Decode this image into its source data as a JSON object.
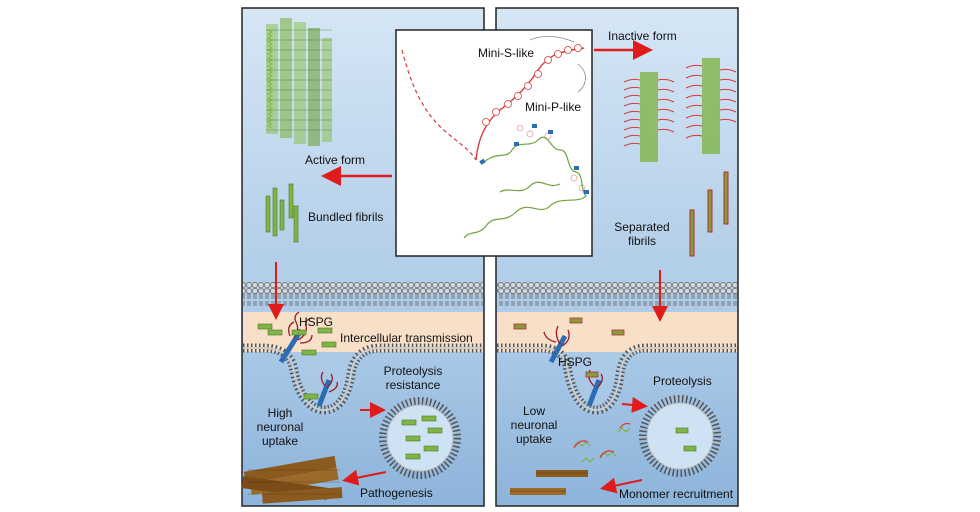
{
  "center": {
    "mini_s_label": "Mini-S-like",
    "mini_p_label": "Mini-P-like"
  },
  "left_panel": {
    "active_form": "Active form",
    "bundled_fibrils": "Bundled fibrils",
    "hspg": "HSPG",
    "intercellular_transmission": "Intercellular transmission",
    "proteolysis_resistance_1": "Proteolysis",
    "proteolysis_resistance_2": "resistance",
    "uptake_1": "High",
    "uptake_2": "neuronal",
    "uptake_3": "uptake",
    "pathogenesis": "Pathogenesis"
  },
  "right_panel": {
    "inactive_form": "Inactive form",
    "separated_fibrils_1": "Separated",
    "separated_fibrils_2": "fibrils",
    "hspg": "HSPG",
    "proteolysis": "Proteolysis",
    "uptake_1": "Low",
    "uptake_2": "neuronal",
    "uptake_3": "uptake",
    "monomer_recruitment": "Monomer recruitment"
  },
  "colors": {
    "panel_bg_top": "#cfe0f1",
    "panel_bg_bottom": "#8fb6dc",
    "extracellular_band": "#f7dfc8",
    "arrow_red": "#e01b1b",
    "fibril_green": "#7fb446",
    "fibril_brown": "#8b5a1e",
    "hspg_blue": "#2b6cb3",
    "charge_red": "#d9363e"
  }
}
